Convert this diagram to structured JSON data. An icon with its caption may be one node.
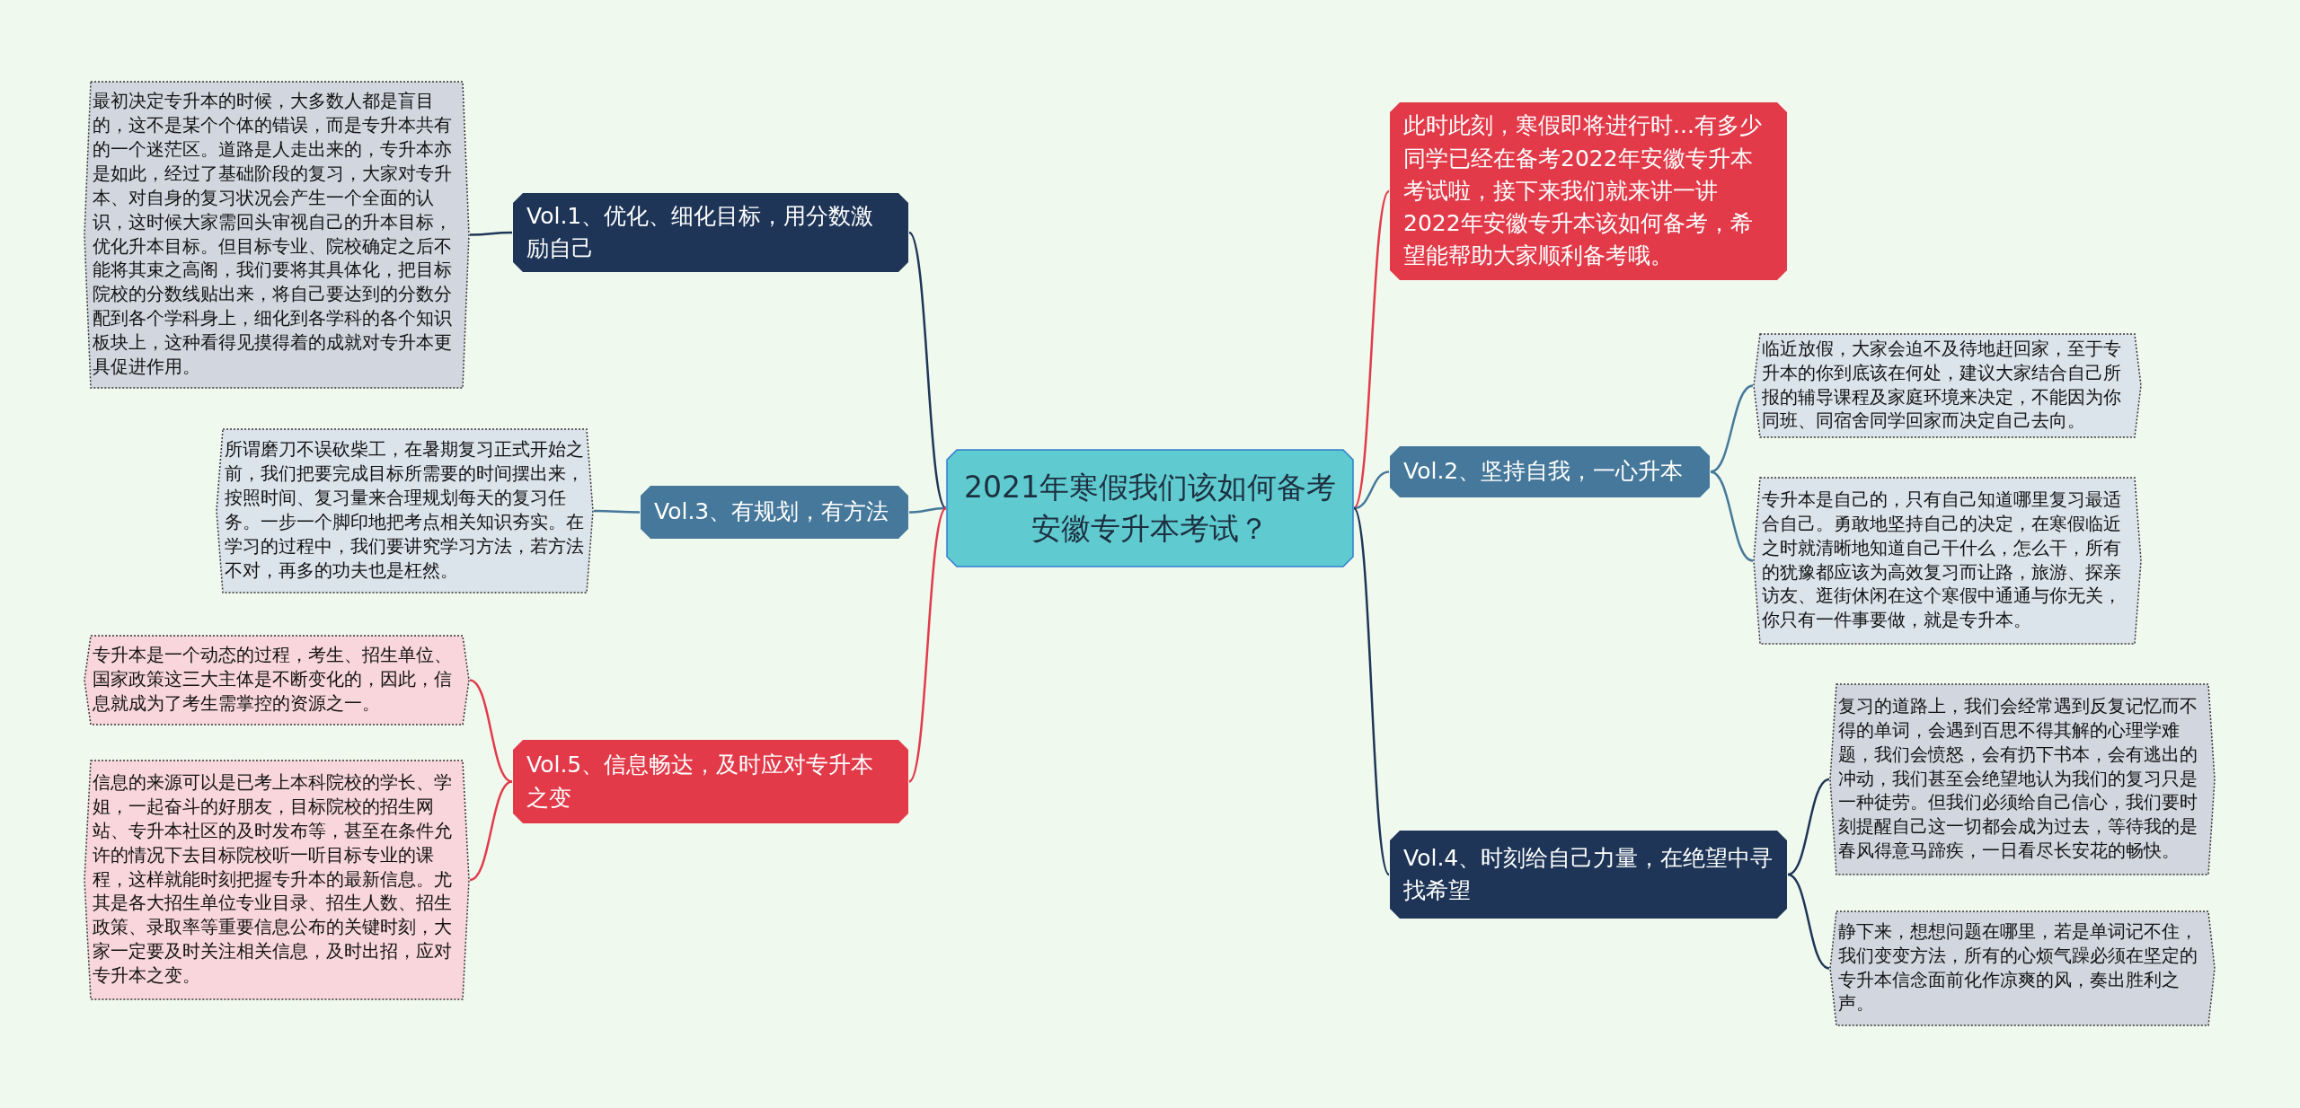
{
  "diagram": {
    "nodes": [
      {
        "text": [
          "2021年寒假我们该如何备考安徽专升本考试？"
        ]
      },
      {
        "text": [
          "Vol.1、优化、细化目标，用分数激励自己"
        ]
      },
      {
        "text": [
          "最初决定专升本的时候，大多数人都是盲目的，这不是某个个体的错误，而是专升本共有的一个迷茫区。道路是人走出来的，专升本亦是如此，经过了基础阶段的复习，大家对专升本、对自身的复习状况会产生一个全面的认识，这时候大家需回头审视自己的升本目标，优化升本目标。但目标专业、院校确定之后不能将其束之高阁，我们要将其具体化，把目标院校的分数线贴出来，将自己要达到的分数分配到各个学科身上，细化到各学科的各个知识板块上，这种看得见摸得着的成就对专升本更具促进作用。"
        ]
      },
      {
        "text": [
          "Vol.3、有规划，有方法"
        ]
      },
      {
        "text": [
          "所谓磨刀不误砍柴工，在暑期复习正式开始之前，我们把要完成目标所需要的时间摆出来，按照时间、复习量来合理规划每天的复习任务。一步一个脚印地把考点相关知识夯实。在学习的过程中，我们要讲究学习方法，若方法不对，再多的功夫也是枉然。"
        ]
      },
      {
        "text": [
          "Vol.5、信息畅达，及时应对专升本之变"
        ]
      },
      {
        "text": [
          "专升本是一个动态的过程，考生、招生单位、国家政策这三大主体是不断变化的，因此，信息就成为了考生需掌控的资源之一。"
        ]
      },
      {
        "text": [
          "信息的来源可以是已考上本科院校的学长、学姐，一起奋斗的好朋友，目标院校的招生网站、专升本社区的及时发布等，甚至在条件允许的情况下去目标院校听一听目标专业的课程，这样就能时刻把握专升本的最新信息。尤其是各大招生单位专业目录、招生人数、招生政策、录取率等重要信息公布的关键时刻，大家一定要及时关注相关信息，及时出招，应对专升本之变。"
        ]
      },
      {
        "text": [
          "此时此刻，寒假即将进行时...有多少同学已经在备考2022年安徽专升本考试啦，接下来我们就来讲一讲2022年安徽专升本该如何备考，希望能帮助大家顺利备考哦。"
        ]
      },
      {
        "text": [
          "Vol.2、坚持自我，一心升本"
        ]
      },
      {
        "text": [
          "临近放假，大家会迫不及待地赶回家，至于专升本的你到底该在何处，建议大家结合自己所报的辅导课程及家庭环境来决定，不能因为你同班、同宿舍同学回家而决定自己去向。"
        ]
      },
      {
        "text": [
          "专升本是自己的，只有自己知道哪里复习最适合自己。勇敢地坚持自己的决定，在寒假临近之时就清晰地知道自己干什么，怎么干，所有的犹豫都应该为高效复习而让路，旅游、探亲访友、逛街休闲在这个寒假中通通与你无关，你只有一件事要做，就是专升本。"
        ]
      },
      {
        "text": [
          "Vol.4、时刻给自己力量，在绝望中寻找希望"
        ]
      },
      {
        "text": [
          "复习的道路上，我们会经常遇到反复记忆而不得的单词，会遇到百思不得其解的心理学难题，我们会愤怒，会有扔下书本，会有逃出的冲动，我们甚至会绝望地认为我们的复习只是一种徒劳。但我们必须给自己信心，我们要时刻提醒自己这一切都会成为过去，等待我的是春风得意马蹄疾，一日看尽长安花的畅快。"
        ]
      },
      {
        "text": [
          "静下来，想想问题在哪里，若是单词记不住，我们变变方法，所有的心烦气躁必须在坚定的专升本信念面前化作凉爽的风，奏出胜利之声。"
        ]
      }
    ],
    "edges": [
      {
        "from": 0,
        "to": 1,
        "arrow": "none"
      },
      {
        "from": 0,
        "to": 3,
        "arrow": "none",
        "color": "#45789a"
      },
      {
        "from": 0,
        "to": 5,
        "arrow": "none",
        "color": "#e33a4a"
      },
      {
        "from": 0,
        "to": 8,
        "arrow": "none",
        "color": "#e33a4a"
      },
      {
        "from": 0,
        "to": 9,
        "arrow": "none",
        "color": "#45789a"
      },
      {
        "from": 0,
        "to": 12,
        "arrow": "none"
      },
      {
        "from": 1,
        "to": 2,
        "arrow": "none"
      },
      {
        "from": 3,
        "to": 4,
        "arrow": "none",
        "color": "#45789a"
      },
      {
        "from": 5,
        "to": 6,
        "arrow": "none",
        "color": "#e33a4a"
      },
      {
        "from": 5,
        "to": 7,
        "arrow": "none",
        "color": "#e33a4a"
      },
      {
        "from": 9,
        "to": 10,
        "arrow": "none",
        "color": "#45789a"
      },
      {
        "from": 9,
        "to": 11,
        "arrow": "none",
        "color": "#45789a"
      },
      {
        "from": 12,
        "to": 13,
        "arrow": "none"
      },
      {
        "from": 12,
        "to": 14,
        "arrow": "none"
      }
    ]
  }
}
